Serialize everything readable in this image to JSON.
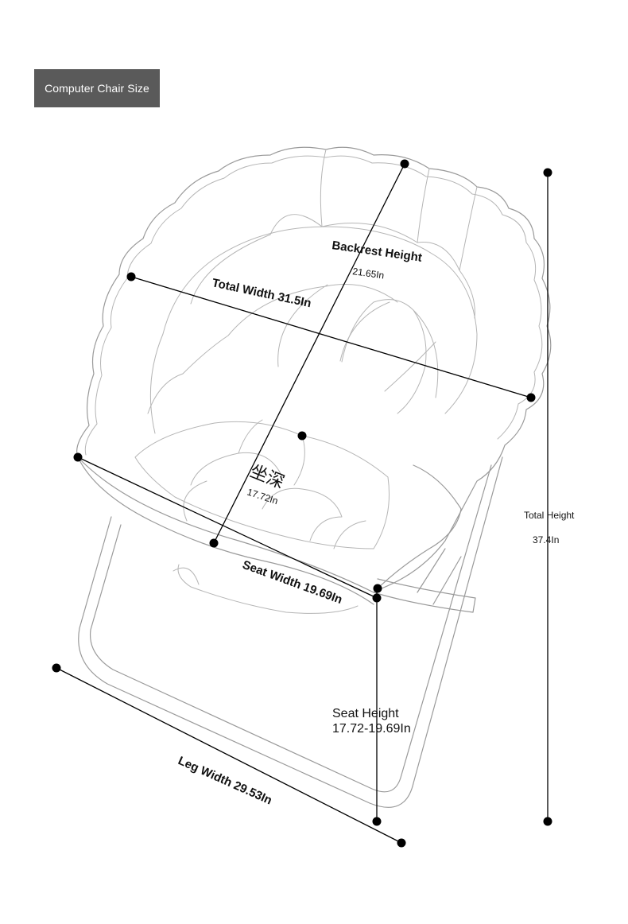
{
  "title": "Computer Chair Size",
  "dimensions": {
    "backrest_height": {
      "label": "Backrest Height",
      "value": "21.65In"
    },
    "total_width": {
      "label": "Total Width 31.5In"
    },
    "seat_depth": {
      "label": "坐深",
      "value": "17.72In"
    },
    "seat_width": {
      "label": "Seat Width 19.69In"
    },
    "total_height": {
      "label": "Total Height",
      "value": "37.4In"
    },
    "seat_height": {
      "label": "Seat Height",
      "value": "17.72-19.69In"
    },
    "leg_width": {
      "label": "Leg Width 29.53In"
    }
  }
}
